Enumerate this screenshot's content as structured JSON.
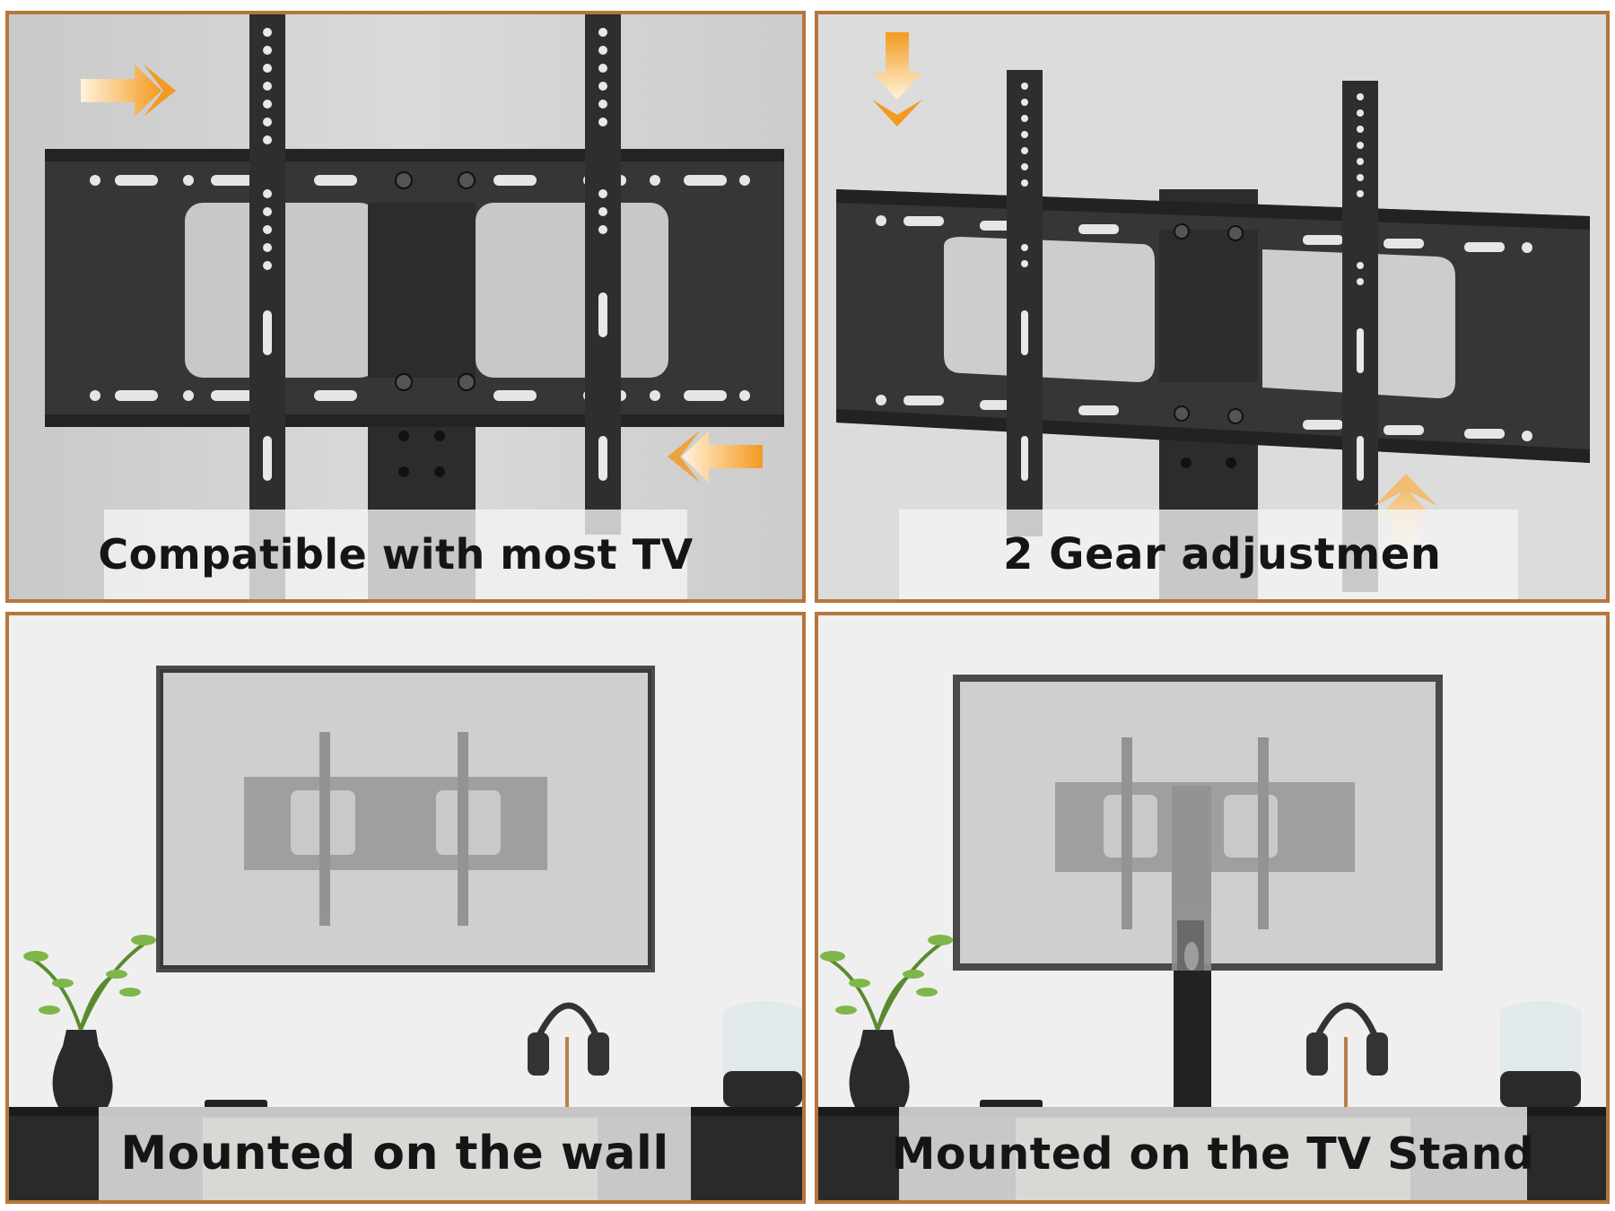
{
  "panels": [
    {
      "caption": "Compatible with most TV"
    },
    {
      "caption": "2 Gear adjustmen"
    },
    {
      "caption": "Mounted on the wall"
    },
    {
      "caption": "Mounted on the TV Stand"
    }
  ],
  "colors": {
    "frame_border": "#b5763a",
    "accent_arrow": "#f7a22b",
    "bracket": "#2b2b2b",
    "wall_light": "#eeeeee"
  }
}
